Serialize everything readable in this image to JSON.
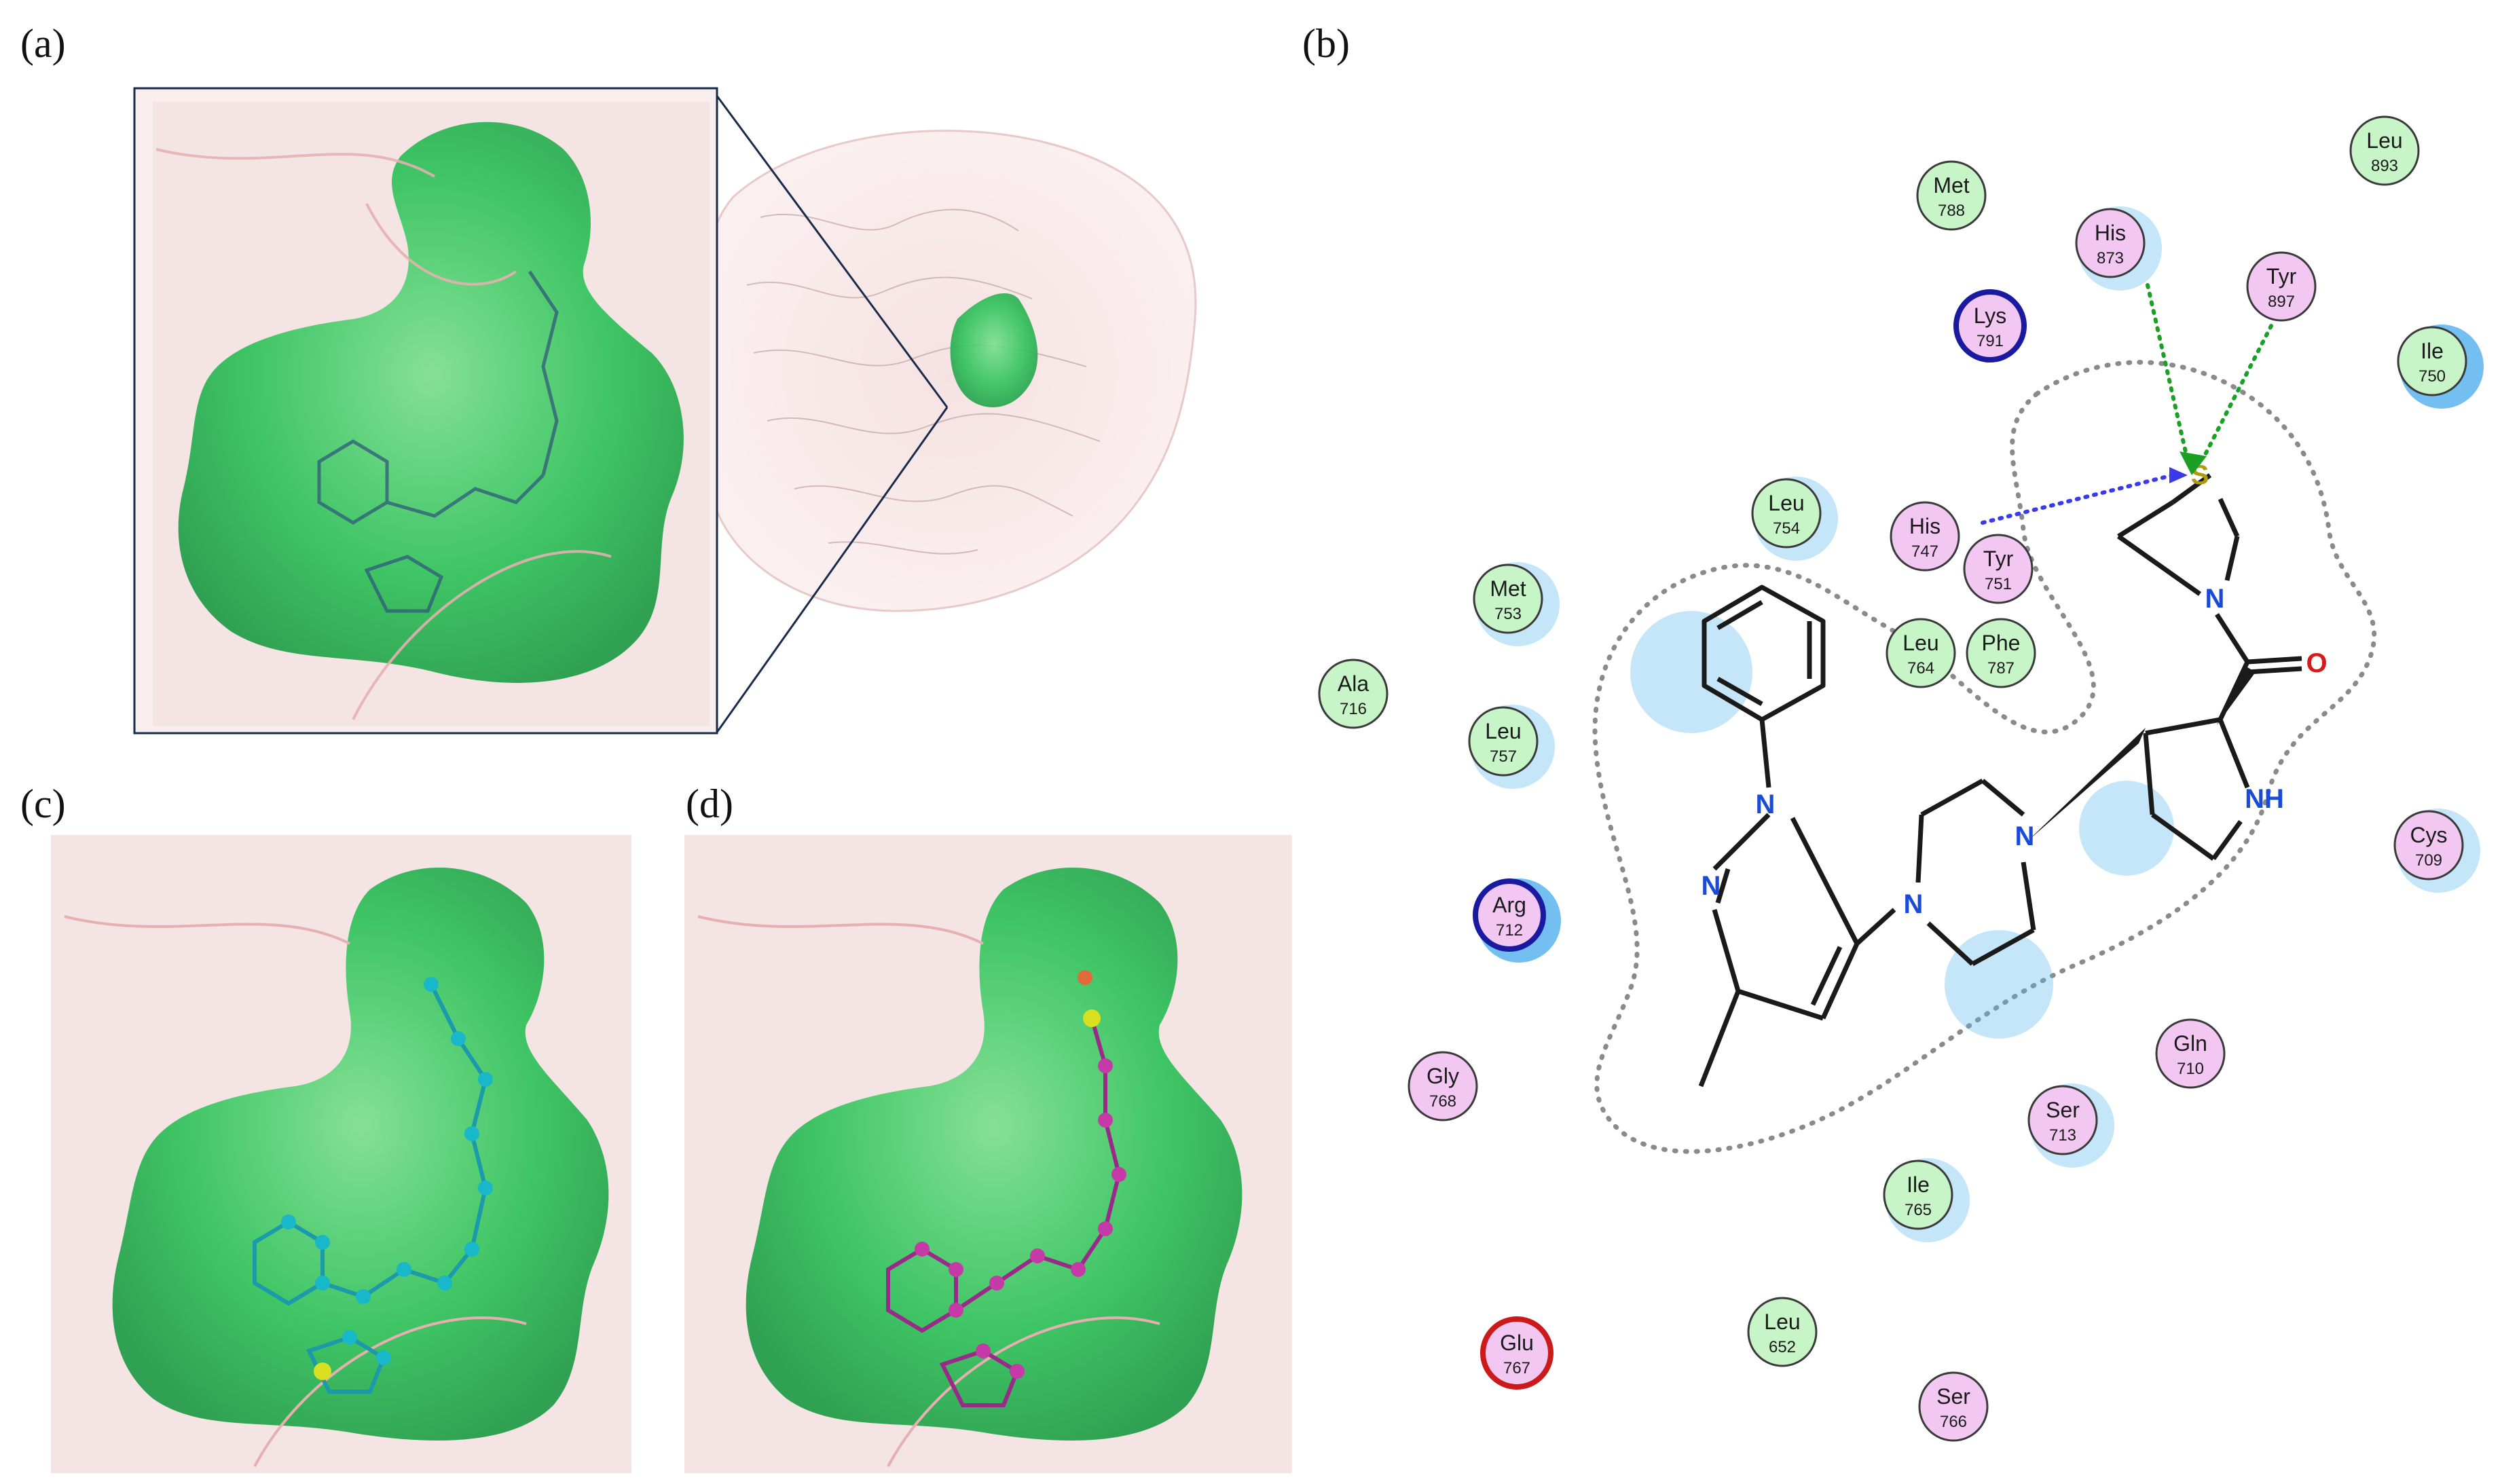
{
  "panels": {
    "a": "(a)",
    "b": "(b)",
    "c": "(c)",
    "d": "(d)"
  },
  "colors": {
    "pocket_green": "#2fc25a",
    "protein_pink": "#f3d2d2",
    "ribbon": "#e8b7b7",
    "residue_green": "#c8f5c8",
    "residue_pink": "#f2c8f2",
    "exposure_blue": "#5ab4ee",
    "ligand_cyan": "#18b7c9",
    "ligand_magenta": "#c63aa8",
    "hbond_green": "#1aa024",
    "hbond_blue": "#3a3ae8",
    "lys_ring": "#1a1aa0",
    "glu_ring": "#cc1a1a"
  },
  "interaction_diagram": {
    "atoms": {
      "sulfur": "S",
      "nitrogen": "N",
      "amine": "NH",
      "oxygen": "O"
    },
    "residues": [
      {
        "id": "met788",
        "name": "Met",
        "num": "788",
        "kind": "hydrophobic"
      },
      {
        "id": "leu893",
        "name": "Leu",
        "num": "893",
        "kind": "hydrophobic"
      },
      {
        "id": "his873",
        "name": "His",
        "num": "873",
        "kind": "polar"
      },
      {
        "id": "tyr897",
        "name": "Tyr",
        "num": "897",
        "kind": "polar"
      },
      {
        "id": "lys791",
        "name": "Lys",
        "num": "791",
        "kind": "basic"
      },
      {
        "id": "ile750",
        "name": "Ile",
        "num": "750",
        "kind": "hydrophobic"
      },
      {
        "id": "leu754",
        "name": "Leu",
        "num": "754",
        "kind": "hydrophobic"
      },
      {
        "id": "his747",
        "name": "His",
        "num": "747",
        "kind": "polar"
      },
      {
        "id": "tyr751",
        "name": "Tyr",
        "num": "751",
        "kind": "polar"
      },
      {
        "id": "met753",
        "name": "Met",
        "num": "753",
        "kind": "hydrophobic"
      },
      {
        "id": "leu764",
        "name": "Leu",
        "num": "764",
        "kind": "hydrophobic"
      },
      {
        "id": "phe787",
        "name": "Phe",
        "num": "787",
        "kind": "hydrophobic"
      },
      {
        "id": "ala716",
        "name": "Ala",
        "num": "716",
        "kind": "hydrophobic"
      },
      {
        "id": "leu757",
        "name": "Leu",
        "num": "757",
        "kind": "hydrophobic"
      },
      {
        "id": "arg712",
        "name": "Arg",
        "num": "712",
        "kind": "basic"
      },
      {
        "id": "cys709",
        "name": "Cys",
        "num": "709",
        "kind": "polar"
      },
      {
        "id": "gly768",
        "name": "Gly",
        "num": "768",
        "kind": "polar"
      },
      {
        "id": "gln710",
        "name": "Gln",
        "num": "710",
        "kind": "polar"
      },
      {
        "id": "ser713",
        "name": "Ser",
        "num": "713",
        "kind": "polar"
      },
      {
        "id": "ile765",
        "name": "Ile",
        "num": "765",
        "kind": "hydrophobic"
      },
      {
        "id": "glu767",
        "name": "Glu",
        "num": "767",
        "kind": "acidic"
      },
      {
        "id": "leu652",
        "name": "Leu",
        "num": "652",
        "kind": "hydrophobic"
      },
      {
        "id": "ser766",
        "name": "Ser",
        "num": "766",
        "kind": "polar"
      }
    ]
  }
}
